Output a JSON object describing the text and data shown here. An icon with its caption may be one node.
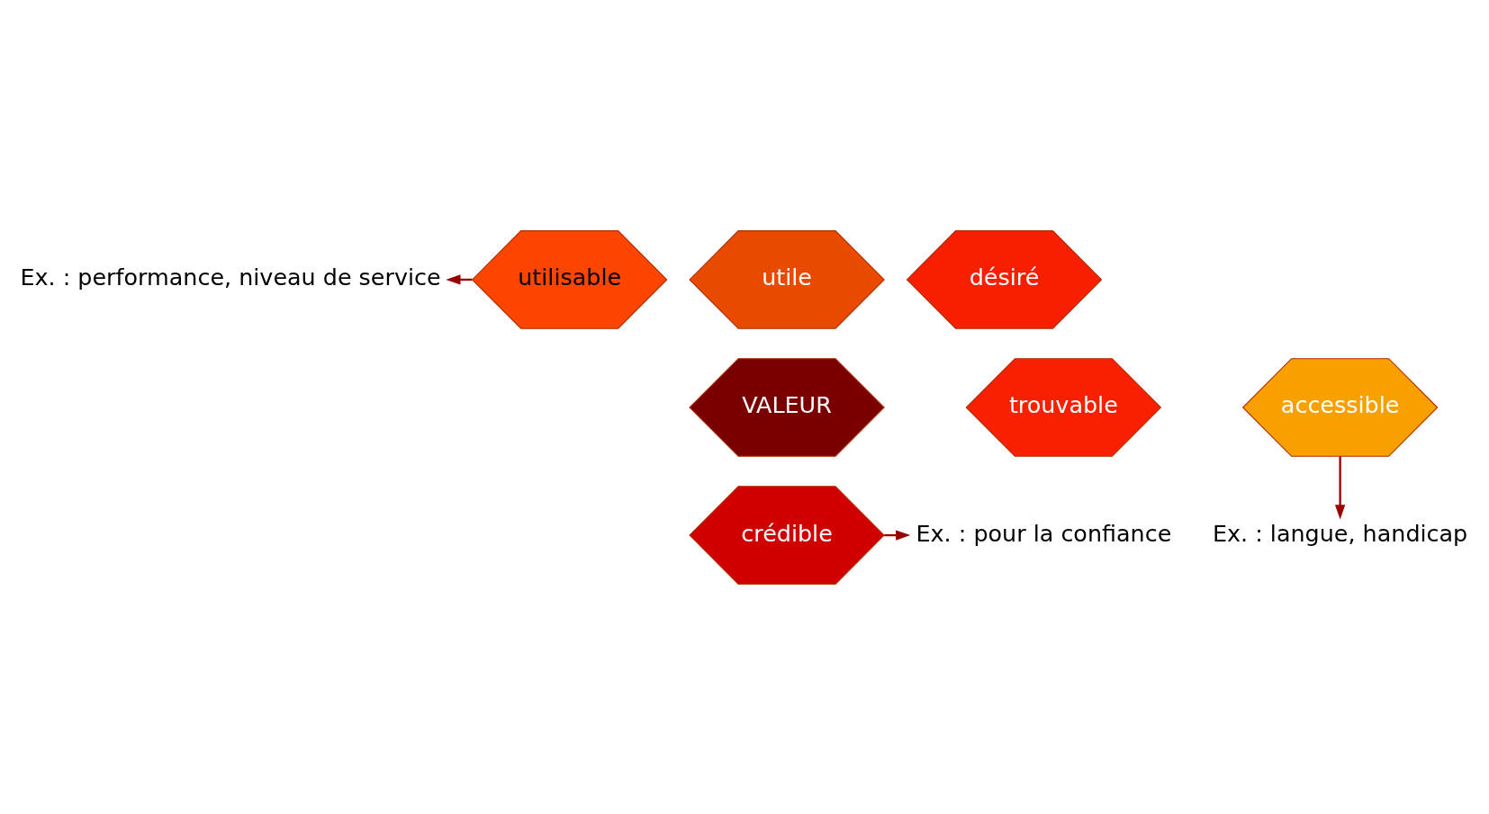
{
  "diagram": {
    "nodes": [
      {
        "text": [
          "Ex. : performance, niveau de service"
        ]
      },
      {
        "text": [
          "utile"
        ]
      },
      {
        "text": [
          "utilisable"
        ]
      },
      {
        "text": [
          "désiré"
        ]
      },
      {
        "text": [
          "VALEUR"
        ]
      },
      {
        "text": [
          "trouvable"
        ]
      },
      {
        "text": [
          "accessible"
        ]
      },
      {
        "text": [
          "crédible"
        ]
      },
      {
        "text": [
          "Ex. : pour la confiance"
        ]
      },
      {
        "text": [
          "Ex. : langue, handicap"
        ]
      }
    ],
    "edges": [
      {
        "from": 2,
        "to": 0,
        "arrow": "to"
      },
      {
        "from": 7,
        "to": 8,
        "arrow": "to"
      },
      {
        "from": 6,
        "to": 9,
        "arrow": "to"
      }
    ]
  }
}
